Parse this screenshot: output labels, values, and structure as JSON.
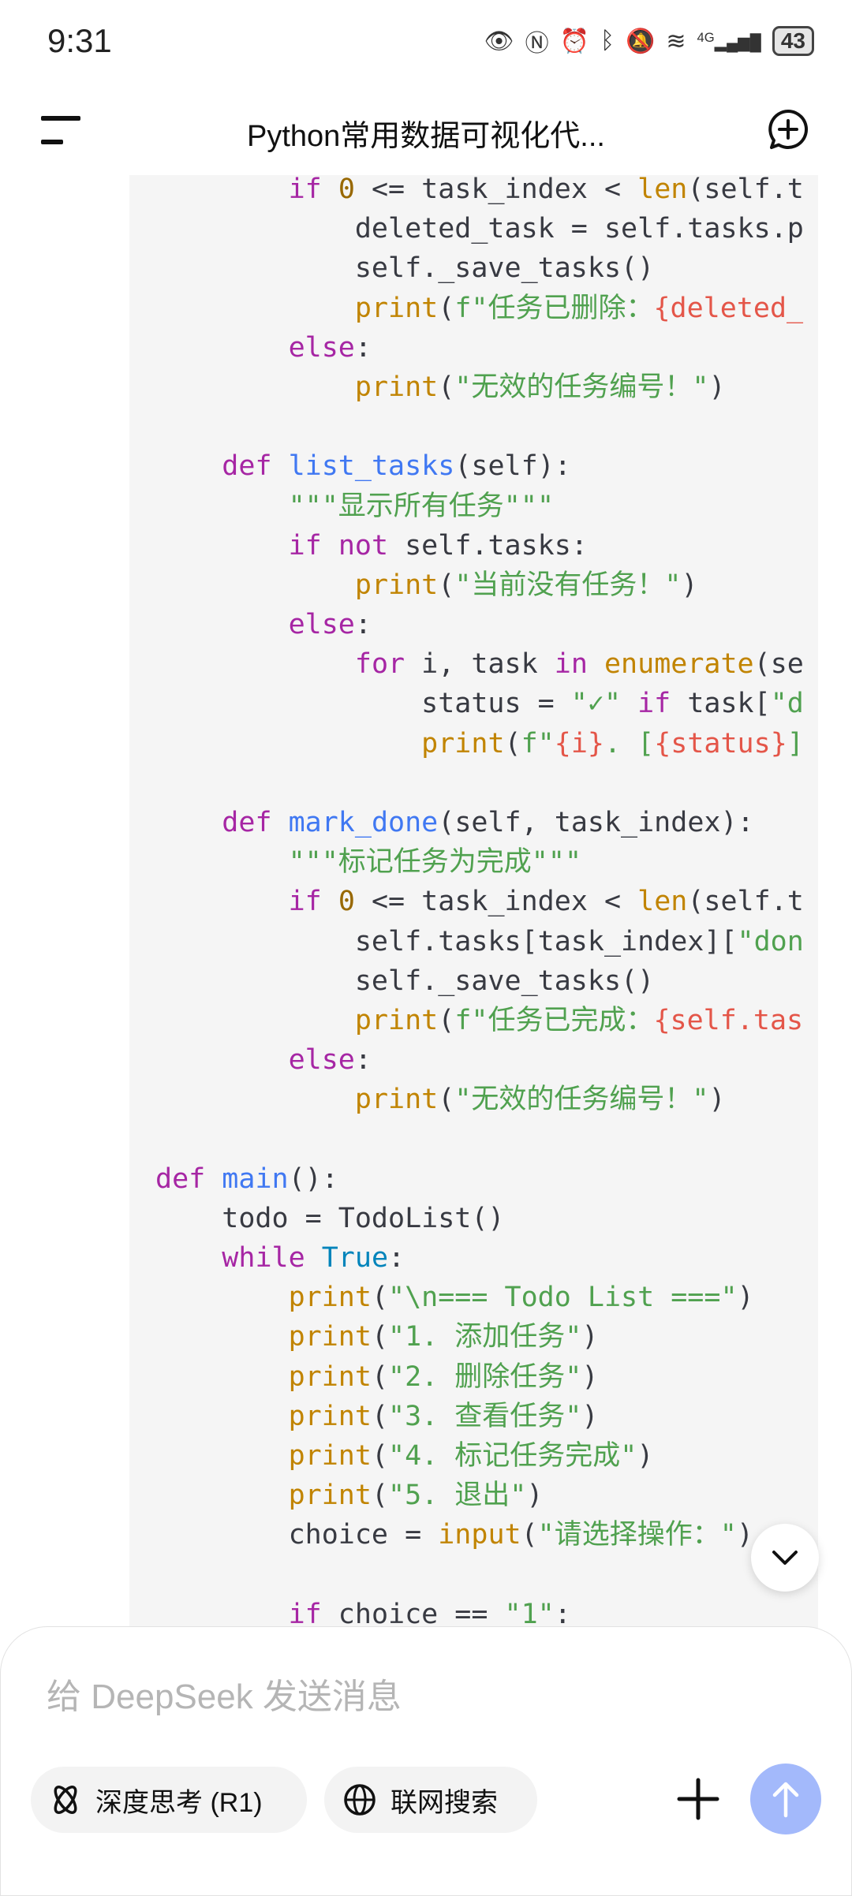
{
  "status_bar": {
    "time": "9:31",
    "battery": "43",
    "network": "4G"
  },
  "header": {
    "title": "Python常用数据可视化代...",
    "menu_icon": "menu-icon",
    "new_chat_icon": "new-chat-icon"
  },
  "code": {
    "lines": [
      [
        [
          "        ",
          ""
        ],
        [
          "if",
          "kw"
        ],
        [
          " ",
          ""
        ],
        [
          "0",
          "num"
        ],
        [
          " <= task_index < ",
          ""
        ],
        [
          "len",
          "bi"
        ],
        [
          "(self.t",
          ""
        ]
      ],
      [
        [
          "            deleted_task = self.tasks.p",
          ""
        ]
      ],
      [
        [
          "            self._save_tasks()",
          ""
        ]
      ],
      [
        [
          "            ",
          ""
        ],
        [
          "print",
          "bi"
        ],
        [
          "(",
          ""
        ],
        [
          "f\"任务已删除：",
          "str"
        ],
        [
          "{deleted_",
          "sub"
        ]
      ],
      [
        [
          "        ",
          ""
        ],
        [
          "else",
          "kw"
        ],
        [
          ":",
          ""
        ]
      ],
      [
        [
          "            ",
          ""
        ],
        [
          "print",
          "bi"
        ],
        [
          "(",
          ""
        ],
        [
          "\"无效的任务编号！\"",
          "str"
        ],
        [
          ")",
          ""
        ]
      ],
      [],
      [
        [
          "    ",
          ""
        ],
        [
          "def",
          "kw"
        ],
        [
          " ",
          ""
        ],
        [
          "list_tasks",
          "fn"
        ],
        [
          "(self):",
          ""
        ]
      ],
      [
        [
          "        ",
          ""
        ],
        [
          "\"\"\"显示所有任务\"\"\"",
          "str"
        ]
      ],
      [
        [
          "        ",
          ""
        ],
        [
          "if",
          "kw"
        ],
        [
          " ",
          ""
        ],
        [
          "not",
          "kw"
        ],
        [
          " self.tasks:",
          ""
        ]
      ],
      [
        [
          "            ",
          ""
        ],
        [
          "print",
          "bi"
        ],
        [
          "(",
          ""
        ],
        [
          "\"当前没有任务！\"",
          "str"
        ],
        [
          ")",
          ""
        ]
      ],
      [
        [
          "        ",
          ""
        ],
        [
          "else",
          "kw"
        ],
        [
          ":",
          ""
        ]
      ],
      [
        [
          "            ",
          ""
        ],
        [
          "for",
          "kw"
        ],
        [
          " i, task ",
          ""
        ],
        [
          "in",
          "kw"
        ],
        [
          " ",
          ""
        ],
        [
          "enumerate",
          "bi"
        ],
        [
          "(se",
          ""
        ]
      ],
      [
        [
          "                status = ",
          ""
        ],
        [
          "\"✓\"",
          "str"
        ],
        [
          " ",
          ""
        ],
        [
          "if",
          "kw"
        ],
        [
          " task[",
          ""
        ],
        [
          "\"d",
          "str"
        ]
      ],
      [
        [
          "                ",
          ""
        ],
        [
          "print",
          "bi"
        ],
        [
          "(",
          ""
        ],
        [
          "f\"",
          "str"
        ],
        [
          "{i}",
          "sub"
        ],
        [
          ". [",
          "str"
        ],
        [
          "{status}",
          "sub"
        ],
        [
          "]",
          "str"
        ]
      ],
      [],
      [
        [
          "    ",
          ""
        ],
        [
          "def",
          "kw"
        ],
        [
          " ",
          ""
        ],
        [
          "mark_done",
          "fn"
        ],
        [
          "(self, task_index):",
          ""
        ]
      ],
      [
        [
          "        ",
          ""
        ],
        [
          "\"\"\"标记任务为完成\"\"\"",
          "str"
        ]
      ],
      [
        [
          "        ",
          ""
        ],
        [
          "if",
          "kw"
        ],
        [
          " ",
          ""
        ],
        [
          "0",
          "num"
        ],
        [
          " <= task_index < ",
          ""
        ],
        [
          "len",
          "bi"
        ],
        [
          "(self.t",
          ""
        ]
      ],
      [
        [
          "            self.tasks[task_index][",
          ""
        ],
        [
          "\"don",
          "str"
        ]
      ],
      [
        [
          "            self._save_tasks()",
          ""
        ]
      ],
      [
        [
          "            ",
          ""
        ],
        [
          "print",
          "bi"
        ],
        [
          "(",
          ""
        ],
        [
          "f\"任务已完成：",
          "str"
        ],
        [
          "{self.tas",
          "sub"
        ]
      ],
      [
        [
          "        ",
          ""
        ],
        [
          "else",
          "kw"
        ],
        [
          ":",
          ""
        ]
      ],
      [
        [
          "            ",
          ""
        ],
        [
          "print",
          "bi"
        ],
        [
          "(",
          ""
        ],
        [
          "\"无效的任务编号！\"",
          "str"
        ],
        [
          ")",
          ""
        ]
      ],
      [],
      [
        [
          "def",
          "kw"
        ],
        [
          " ",
          ""
        ],
        [
          "main",
          "fn"
        ],
        [
          "():",
          ""
        ]
      ],
      [
        [
          "    todo = TodoList()",
          ""
        ]
      ],
      [
        [
          "    ",
          ""
        ],
        [
          "while",
          "kw"
        ],
        [
          " ",
          ""
        ],
        [
          "True",
          "tr"
        ],
        [
          ":",
          ""
        ]
      ],
      [
        [
          "        ",
          ""
        ],
        [
          "print",
          "bi"
        ],
        [
          "(",
          ""
        ],
        [
          "\"\\n=== Todo List ===\"",
          "str"
        ],
        [
          ")",
          ""
        ]
      ],
      [
        [
          "        ",
          ""
        ],
        [
          "print",
          "bi"
        ],
        [
          "(",
          ""
        ],
        [
          "\"1. 添加任务\"",
          "str"
        ],
        [
          ")",
          ""
        ]
      ],
      [
        [
          "        ",
          ""
        ],
        [
          "print",
          "bi"
        ],
        [
          "(",
          ""
        ],
        [
          "\"2. 删除任务\"",
          "str"
        ],
        [
          ")",
          ""
        ]
      ],
      [
        [
          "        ",
          ""
        ],
        [
          "print",
          "bi"
        ],
        [
          "(",
          ""
        ],
        [
          "\"3. 查看任务\"",
          "str"
        ],
        [
          ")",
          ""
        ]
      ],
      [
        [
          "        ",
          ""
        ],
        [
          "print",
          "bi"
        ],
        [
          "(",
          ""
        ],
        [
          "\"4. 标记任务完成\"",
          "str"
        ],
        [
          ")",
          ""
        ]
      ],
      [
        [
          "        ",
          ""
        ],
        [
          "print",
          "bi"
        ],
        [
          "(",
          ""
        ],
        [
          "\"5. 退出\"",
          "str"
        ],
        [
          ")",
          ""
        ]
      ],
      [
        [
          "        choice = ",
          ""
        ],
        [
          "input",
          "bi"
        ],
        [
          "(",
          ""
        ],
        [
          "\"请选择操作：\"",
          "str"
        ],
        [
          ")",
          ""
        ]
      ],
      [],
      [
        [
          "        ",
          ""
        ],
        [
          "if",
          "kw"
        ],
        [
          " choice == ",
          ""
        ],
        [
          "\"1\"",
          "str"
        ],
        [
          ":",
          ""
        ]
      ]
    ],
    "colors": {
      "kw": "#a626a4",
      "fn": "#4078f2",
      "bi": "#c18401",
      "str": "#50a14f",
      "sub": "#e45649",
      "num": "#986801",
      "tr": "#0184bb"
    }
  },
  "scroll_button": {
    "icon": "chevron-down-icon"
  },
  "composer": {
    "placeholder": "给 DeepSeek 发送消息",
    "deep_think_label": "深度思考 (R1)",
    "web_search_label": "联网搜索",
    "attach_icon": "plus-icon",
    "send_icon": "arrow-up-icon",
    "send_color": "#a3b9fb"
  }
}
